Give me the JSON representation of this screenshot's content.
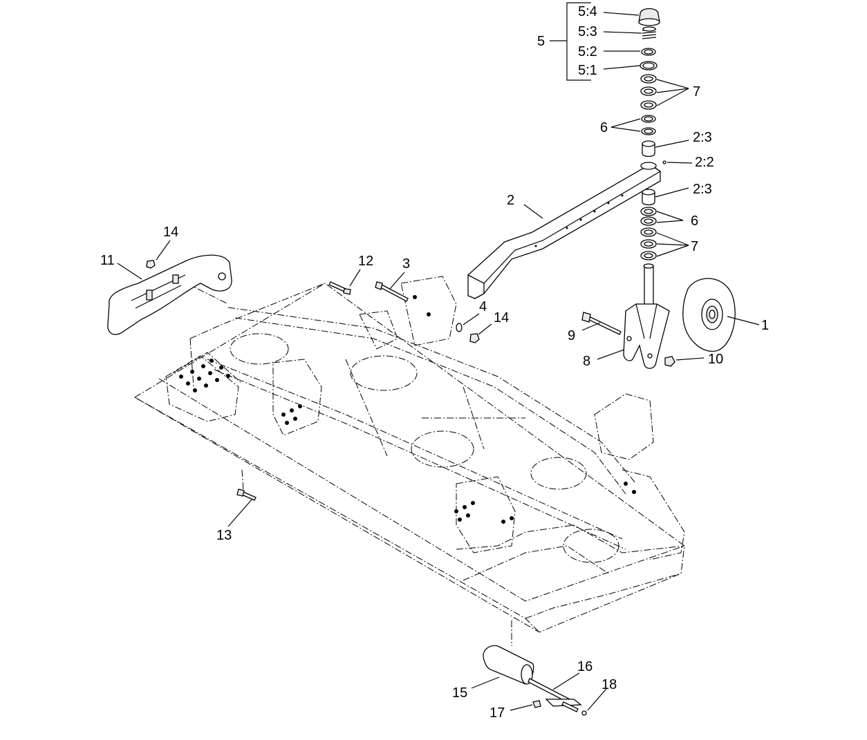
{
  "labels": {
    "p1": "1",
    "p2": "2",
    "p2_2": "2:2",
    "p2_3a": "2:3",
    "p2_3b": "2:3",
    "p3": "3",
    "p4": "4",
    "p5": "5",
    "p5_1": "5:1",
    "p5_2": "5:2",
    "p5_3": "5:3",
    "p5_4": "5:4",
    "p6a": "6",
    "p6b": "6",
    "p7a": "7",
    "p7b": "7",
    "p8": "8",
    "p9": "9",
    "p10": "10",
    "p11": "11",
    "p12": "12",
    "p13": "13",
    "p14a": "14",
    "p14b": "14",
    "p15": "15",
    "p16": "16",
    "p17": "17",
    "p18": "18"
  }
}
